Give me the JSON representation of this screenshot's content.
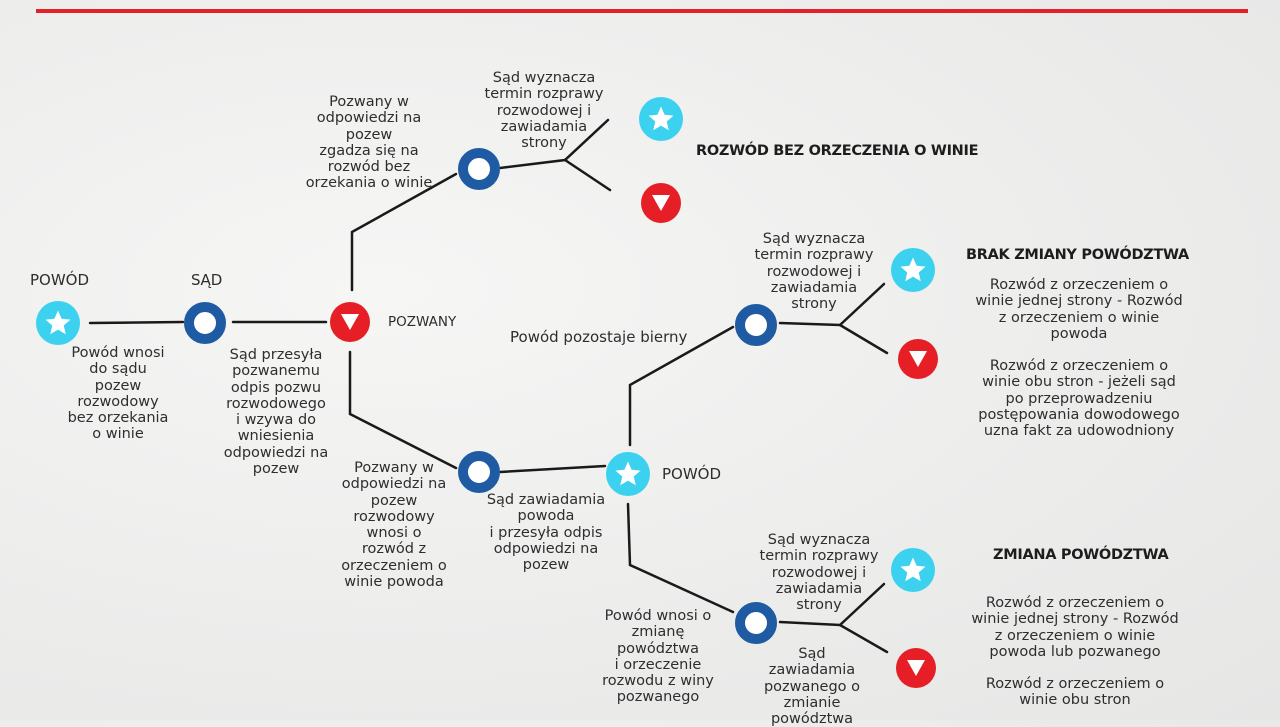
{
  "labels": {
    "powod_left": "POWÓD",
    "sad": "SĄD",
    "pozwany": "POZWANY",
    "powod_mid": "POWÓD",
    "powod_bierny": "Powód pozostaje bierny"
  },
  "texts": {
    "powod_wnosi": [
      "Powód wnosi",
      "do sądu",
      "pozew",
      "rozwodowy",
      "bez orzekania",
      "o winie"
    ],
    "sad_przesyla": [
      "Sąd przesyła",
      "pozwanemu",
      "odpis pozwu",
      "rozwodowego",
      "i wzywa do",
      "wniesienia",
      "odpowiedzi na",
      "pozew"
    ],
    "pozwany_zgadza": [
      "Pozwany w",
      "odpowiedzi na",
      "pozew",
      "zgadza się na",
      "rozwód bez",
      "orzekania o winie"
    ],
    "sad_wyznacza_1": [
      "Sąd wyznacza",
      "termin rozprawy",
      "rozwodowej i",
      "zawiadamia",
      "strony"
    ],
    "pozwany_wnosi": [
      "Pozwany w",
      "odpowiedzi na",
      "pozew",
      "rozwodowy",
      "wnosi o",
      "rozwód z",
      "orzeczeniem o",
      "winie powoda"
    ],
    "sad_zawiadamia_powoda": [
      "Sąd zawiadamia",
      "powoda",
      "i przesyła odpis",
      "odpowiedzi na",
      "pozew"
    ],
    "sad_wyznacza_2": [
      "Sąd wyznacza",
      "termin rozprawy",
      "rozwodowej i",
      "zawiadamia",
      "strony"
    ],
    "sad_wyznacza_3": [
      "Sąd wyznacza",
      "termin rozprawy",
      "rozwodowej i",
      "zawiadamia",
      "strony"
    ],
    "powod_zmiana": [
      "Powód wnosi o",
      "zmianę",
      "powództwa",
      "i orzeczenie",
      "rozwodu z winy",
      "pozwanego"
    ],
    "sad_zawiadamia_pozwanego": [
      "Sąd",
      "zawiadamia",
      "pozwanego o",
      "zmianie",
      "powództwa"
    ],
    "brak_result_1": [
      "Rozwód z orzeczeniem o",
      "winie jednej strony - Rozwód",
      "z orzeczeniem o winie",
      "powoda"
    ],
    "brak_result_2": [
      "Rozwód z orzeczeniem o",
      "winie obu stron - jeżeli sąd",
      "po przeprowadzeniu",
      "postępowania dowodowego",
      "uzna fakt za udowodniony"
    ],
    "zmiana_result_1": [
      "Rozwód z orzeczeniem o",
      "winie jednej strony - Rozwód",
      "z orzeczeniem o winie",
      "powoda lub pozwanego"
    ],
    "zmiana_result_2": [
      "Rozwód z orzeczeniem o",
      "winie obu stron"
    ]
  },
  "headings": {
    "bez_orzeczenia": "ROZWÓD BEZ ORZECZENIA O WINIE",
    "brak_zmiany": "BRAK ZMIANY POWÓDZTWA",
    "zmiana": "ZMIANA POWÓDZTWA"
  },
  "colors": {
    "star": "#3cd2ef",
    "ring": "#1f5ba3",
    "triangle": "#e61e25",
    "rule": "#e2222a"
  },
  "icons": {
    "star": "star-icon",
    "ring": "circle-ring-icon",
    "triangle": "triangle-down-icon"
  }
}
